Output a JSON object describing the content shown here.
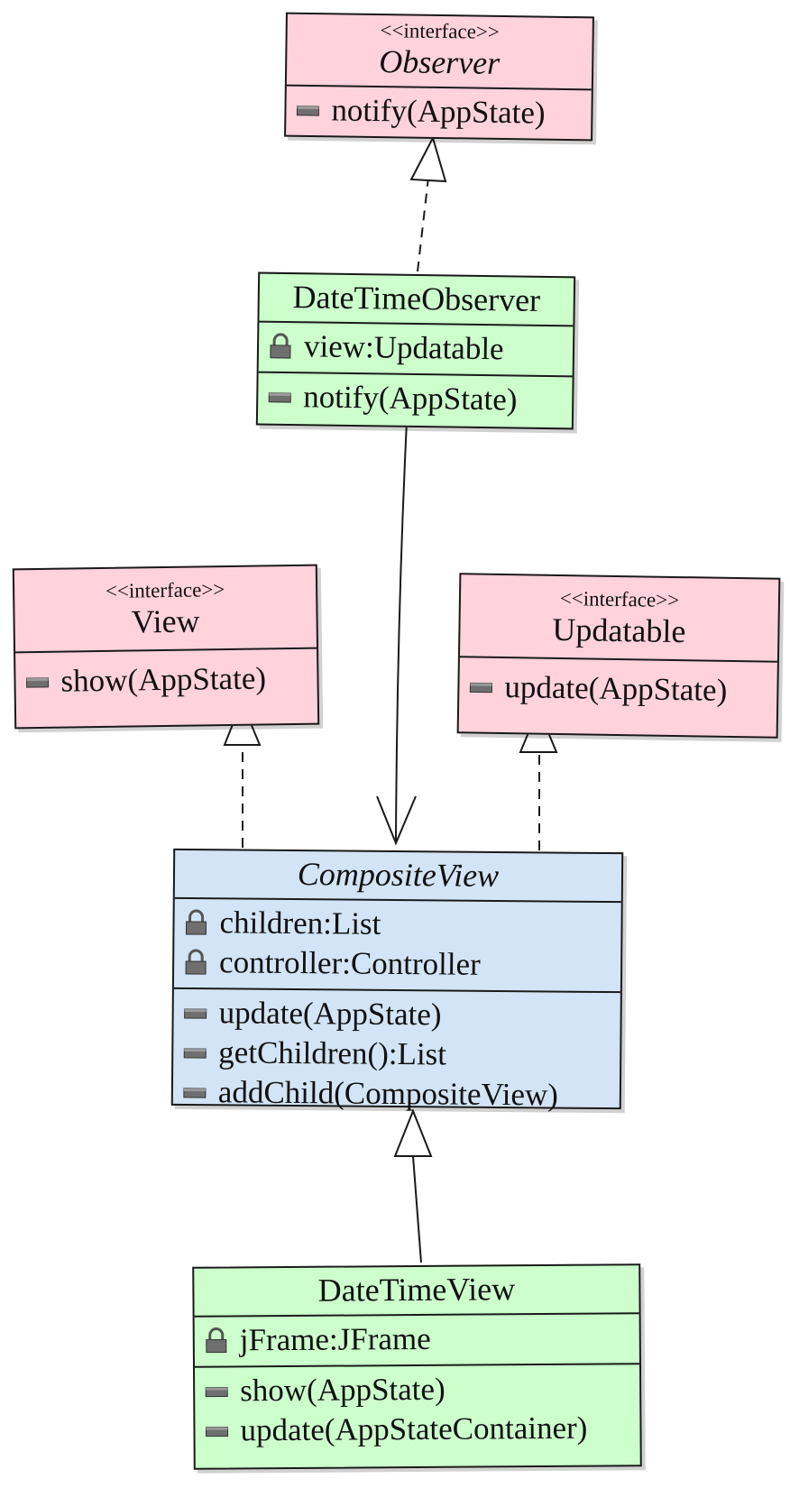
{
  "classes": {
    "observer": {
      "stereotype": "<<interface>>",
      "name": "Observer",
      "methods": [
        "notify(AppState)"
      ]
    },
    "datetime_observer": {
      "name": "DateTimeObserver",
      "fields": [
        "view:Updatable"
      ],
      "methods": [
        "notify(AppState)"
      ]
    },
    "view": {
      "stereotype": "<<interface>>",
      "name": "View",
      "methods": [
        "show(AppState)"
      ]
    },
    "updatable": {
      "stereotype": "<<interface>>",
      "name": "Updatable",
      "methods": [
        "update(AppState)"
      ]
    },
    "composite_view": {
      "name": "CompositeView",
      "fields": [
        "children:List",
        "controller:Controller"
      ],
      "methods": [
        "update(AppState)",
        "getChildren():List",
        "addChild(CompositeView)"
      ]
    },
    "datetime_view": {
      "name": "DateTimeView",
      "fields": [
        "jFrame:JFrame"
      ],
      "methods": [
        "show(AppState)",
        "update(AppStateContainer)"
      ]
    }
  },
  "relations": [
    {
      "from": "DateTimeObserver",
      "to": "Observer",
      "kind": "realization"
    },
    {
      "from": "DateTimeObserver",
      "to": "CompositeView",
      "kind": "association"
    },
    {
      "from": "CompositeView",
      "to": "View",
      "kind": "realization"
    },
    {
      "from": "CompositeView",
      "to": "Updatable",
      "kind": "realization"
    },
    {
      "from": "DateTimeView",
      "to": "CompositeView",
      "kind": "generalization"
    }
  ],
  "colors": {
    "interface": "#ffd2dc",
    "concrete": "#ccffcc",
    "abstract": "#d2e4f5",
    "line": "#1a1a1a"
  },
  "icons": {
    "field": "lock-icon",
    "method": "method-icon"
  }
}
